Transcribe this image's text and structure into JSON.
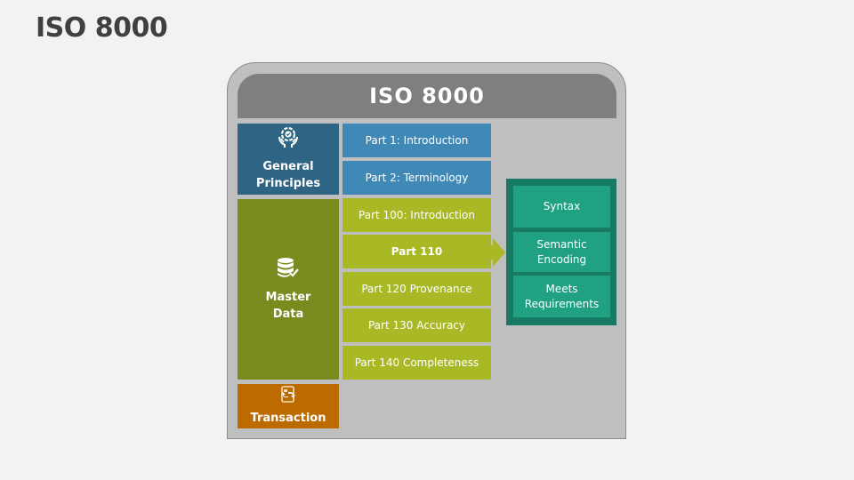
{
  "slide": {
    "title": "ISO 8000"
  },
  "diagram": {
    "header": "ISO 8000",
    "categories": [
      {
        "label_line1": "General",
        "label_line2": "Principles",
        "icon": "hands-gear-icon",
        "color": "#2e6484"
      },
      {
        "label_line1": "Master",
        "label_line2": "Data",
        "icon": "database-check-icon",
        "color": "#7a8a1e"
      },
      {
        "label_line1": "Transaction",
        "icon": "document-exchange-icon",
        "color": "#bb6b00"
      }
    ],
    "parts": [
      {
        "label": "Part 1: Introduction",
        "group": "General Principles",
        "color": "#4089b6"
      },
      {
        "label": "Part 2: Terminology",
        "group": "General Principles",
        "color": "#4089b6"
      },
      {
        "label": "Part 100: Introduction",
        "group": "Master Data",
        "color": "#a9b825"
      },
      {
        "label": "Part 110",
        "group": "Master Data",
        "color": "#a9b825",
        "highlighted": true
      },
      {
        "label": "Part 120 Provenance",
        "group": "Master Data",
        "color": "#a9b825"
      },
      {
        "label": "Part 130 Accuracy",
        "group": "Master Data",
        "color": "#a9b825"
      },
      {
        "label": "Part 140 Completeness",
        "group": "Master Data",
        "color": "#a9b825"
      }
    ],
    "part110_outcomes": {
      "items": [
        {
          "label_line1": "Syntax"
        },
        {
          "label_line1": "Semantic",
          "label_line2": "Encoding"
        },
        {
          "label_line1": "Meets",
          "label_line2": "Requirements"
        }
      ],
      "frame_color": "#177a62",
      "item_color": "#1fa182"
    },
    "colors": {
      "frame": "#bfbfbf",
      "header": "#7f7f7f"
    }
  }
}
